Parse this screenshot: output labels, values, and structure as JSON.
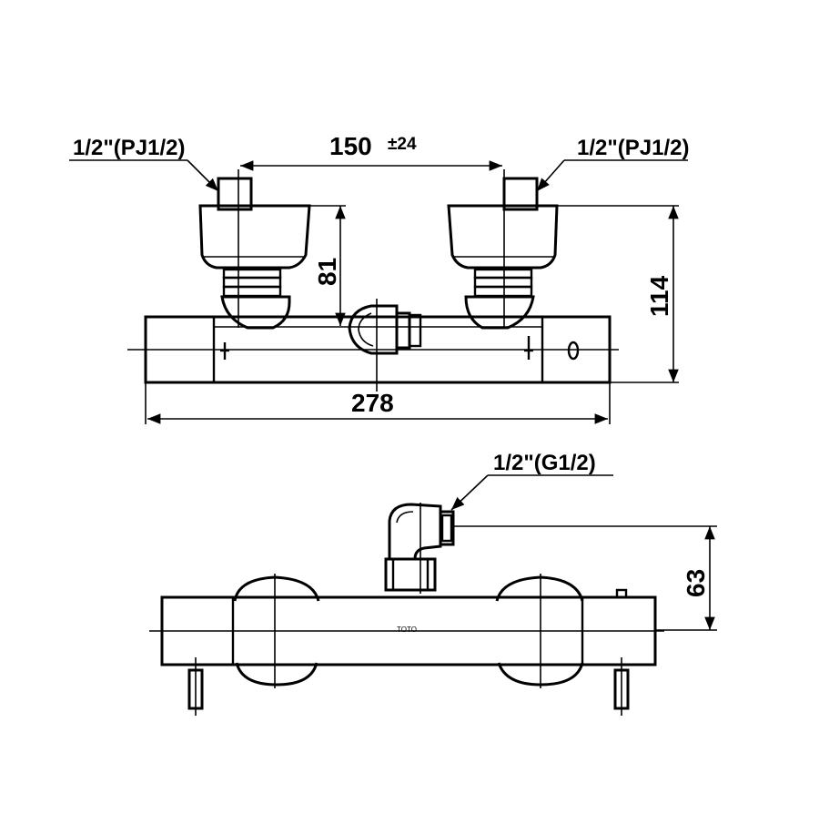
{
  "drawing": {
    "top_view": {
      "inlet_left_label": "1/2\"(PJ1/2)",
      "inlet_right_label": "1/2\"(PJ1/2)",
      "centers_dim": "150",
      "centers_tol": "±24",
      "height_81": "81",
      "height_114": "114",
      "width_278": "278"
    },
    "front_view": {
      "outlet_label": "1/2\"(G1/2)",
      "height_63": "63"
    }
  },
  "colors": {
    "line": "#000000",
    "background": "#ffffff"
  }
}
